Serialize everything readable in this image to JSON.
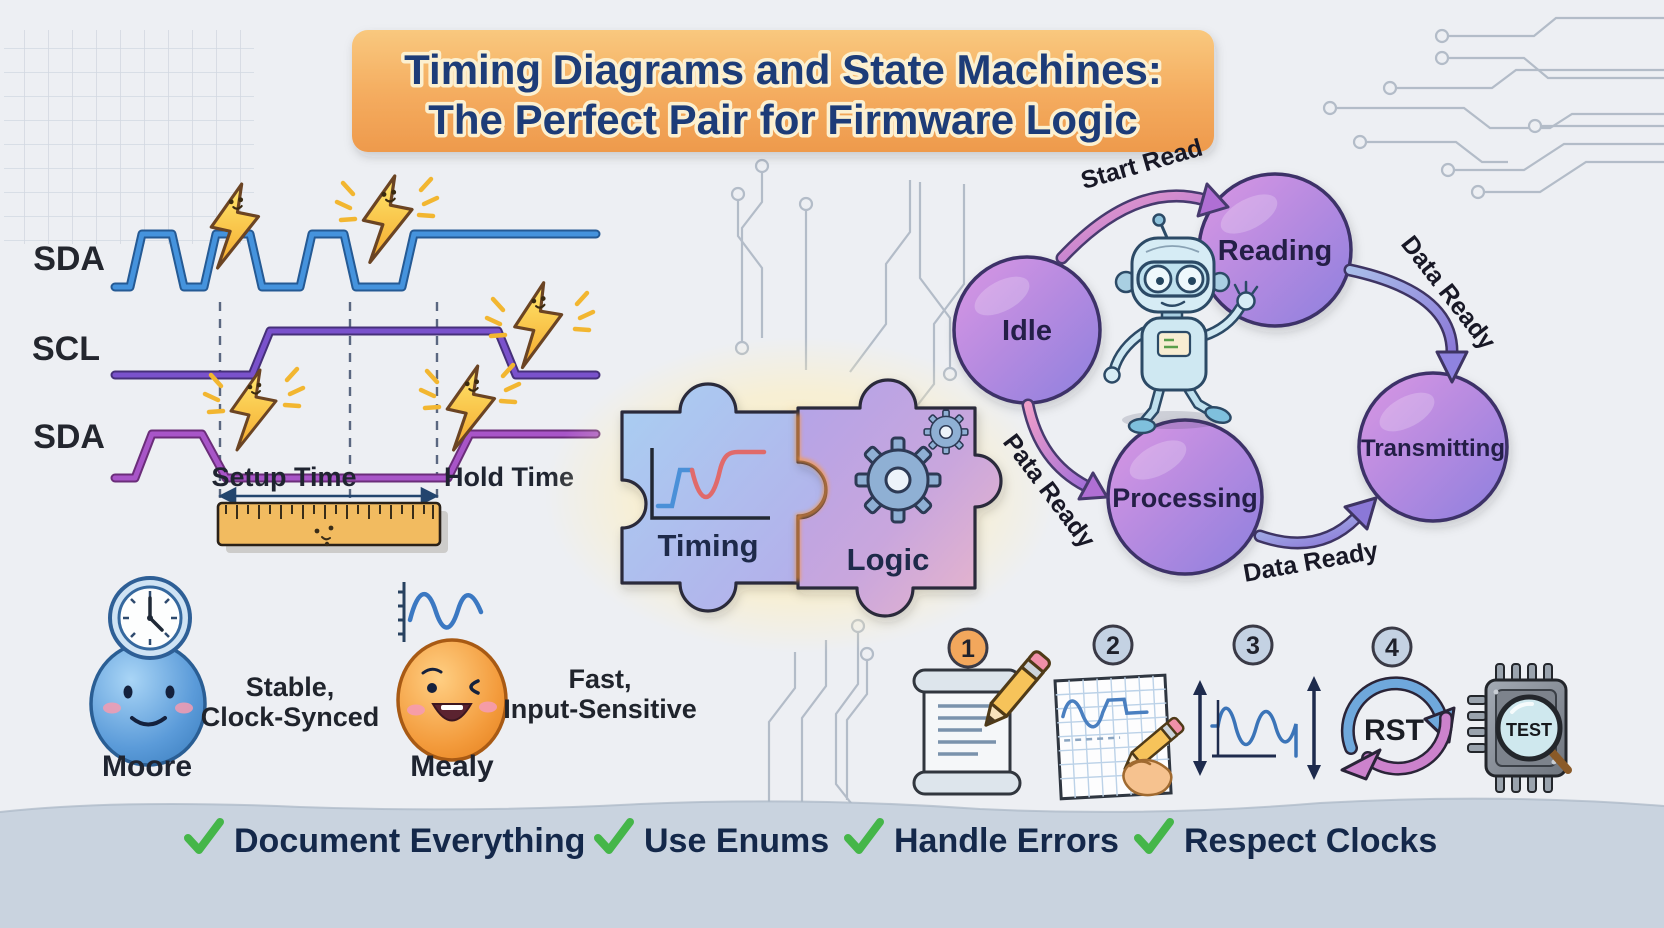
{
  "title": {
    "line1": "Timing Diagrams and State Machines:",
    "line2": "The Perfect Pair for Firmware Logic"
  },
  "timing": {
    "signals": [
      "SDA",
      "SCL",
      "SDA"
    ],
    "setup_label": "Setup Time",
    "hold_label": "Hold Time"
  },
  "machines": {
    "moore_name": "Moore",
    "moore_trait1": "Stable,",
    "moore_trait2": "Clock-Synced",
    "mealy_name": "Mealy",
    "mealy_trait1": "Fast,",
    "mealy_trait2": "Input-Sensitive"
  },
  "puzzle": {
    "left_label": "Timing",
    "right_label": "Logic"
  },
  "state_machine": {
    "states": [
      "Idle",
      "Reading",
      "Processing",
      "Transmitting"
    ],
    "transitions": [
      "Start Read",
      "Data Ready",
      "Pata Ready",
      "Data Ready"
    ]
  },
  "steps": [
    "1",
    "2",
    "3",
    "4"
  ],
  "icons": {
    "rst_label": "RST",
    "test_label": "TEST"
  },
  "footer": {
    "items": [
      "Document Everything",
      "Use Enums",
      "Handle Errors",
      "Respect Clocks"
    ]
  },
  "colors": {
    "banner_orange": "#f3a75c",
    "title_navy": "#1d3c78",
    "signal_blue": "#4593dd",
    "signal_purple": "#7a52cc",
    "signal_magenta": "#a855c8",
    "state_purple": "#b48ae0",
    "bolt_yellow": "#ffd43b",
    "check_green": "#45b649",
    "footer_gray": "#c9d3df",
    "moore_blue": "#5b9bd9",
    "mealy_orange": "#f09030"
  }
}
